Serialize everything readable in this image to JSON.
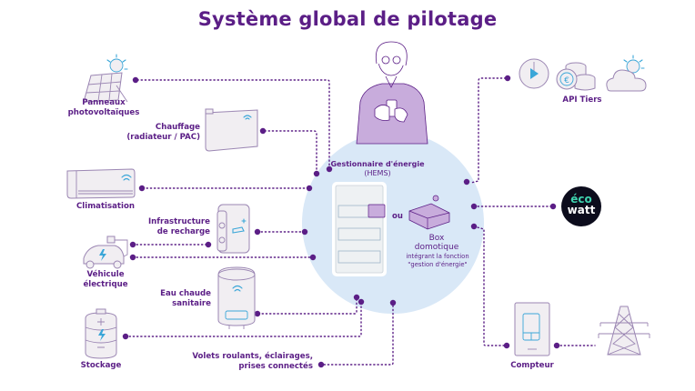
{
  "title": "Système global de pilotage",
  "colors": {
    "accent": "#5b1e86",
    "circle": "#d9e8f7",
    "icon_fill": "#f1eef2",
    "icon_stroke": "#9b86b3",
    "wifi": "#3aa6d8",
    "person": "#c8acdc"
  },
  "center": {
    "title": "Gestionnaire d'énergie",
    "subtitle": "(HEMS)",
    "or_label": "ou",
    "box_label_line1": "Box",
    "box_label_line2": "domotique",
    "box_desc_line1": "intégrant la fonction",
    "box_desc_line2": "\"gestion d'énergie\""
  },
  "devices": {
    "solar": {
      "line1": "Panneaux",
      "line2": "photovoltaïques",
      "icon": "solar-panel-icon"
    },
    "heating": {
      "line1": "Chauffage",
      "line2": "(radiateur / PAC)",
      "icon": "radiator-icon"
    },
    "ac": {
      "line1": "Climatisation",
      "icon": "air-conditioner-icon"
    },
    "charger": {
      "line1": "Infrastructure",
      "line2": "de recharge",
      "icon": "ev-charger-icon"
    },
    "ev": {
      "line1": "Véhicule",
      "line2": "électrique",
      "icon": "electric-car-icon"
    },
    "water": {
      "line1": "Eau chaude",
      "line2": "sanitaire",
      "icon": "water-heater-icon"
    },
    "storage": {
      "line1": "Stockage",
      "icon": "battery-icon"
    },
    "shutters": {
      "line1": "Volets roulants, éclairages,",
      "line2": "prises connectés"
    },
    "api": {
      "line1": "API Tiers",
      "icons": [
        "clock-icon",
        "euro-coins-icon",
        "weather-icon"
      ]
    },
    "ecowatt": {
      "line1": "éco",
      "line2": "watt"
    },
    "meter": {
      "line1": "Compteur",
      "icon": "meter-icon"
    },
    "grid": {
      "icon": "pylon-icon"
    }
  }
}
